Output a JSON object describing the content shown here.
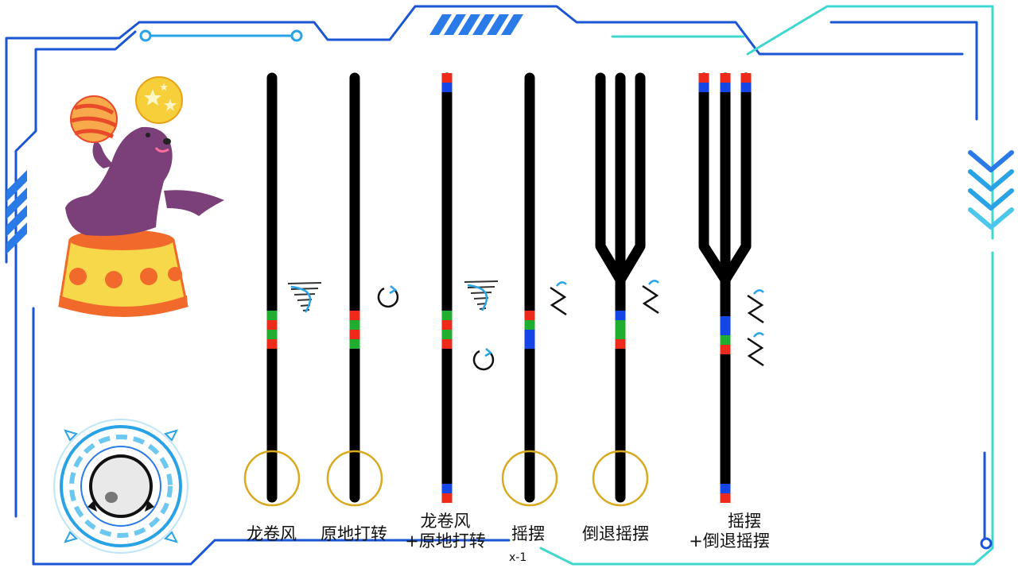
{
  "labels": {
    "tornado": "龙卷风",
    "spin_in_place": "原地打转",
    "tornado_plus_spin_line1": "龙卷风",
    "tornado_plus_spin_line2": "+原地打转",
    "sway": "摇摆",
    "reverse_sway": "倒退摇摆",
    "sway_plus_reverse_line1": "摇摆",
    "sway_plus_reverse_line2": "+倒退摇摆"
  },
  "page_number": "x-1",
  "colors": {
    "frame_dark_blue": "#1a55d6",
    "frame_cyan": "#3fd8d0",
    "track": "#000000",
    "marker_red": "#ee2a1a",
    "marker_green": "#1fae2f",
    "marker_blue": "#1446e6",
    "ring_gold": "#d9a920",
    "seal_purple": "#7b3f7a",
    "pedestal_orange": "#f26a2b",
    "pedestal_yellow": "#f7d84b"
  },
  "icons": [
    "circus-seal",
    "robot-sensor-icon",
    "tornado-icon",
    "spin-icon",
    "zigzag-sway-icon",
    "chevron-down-icon"
  ]
}
